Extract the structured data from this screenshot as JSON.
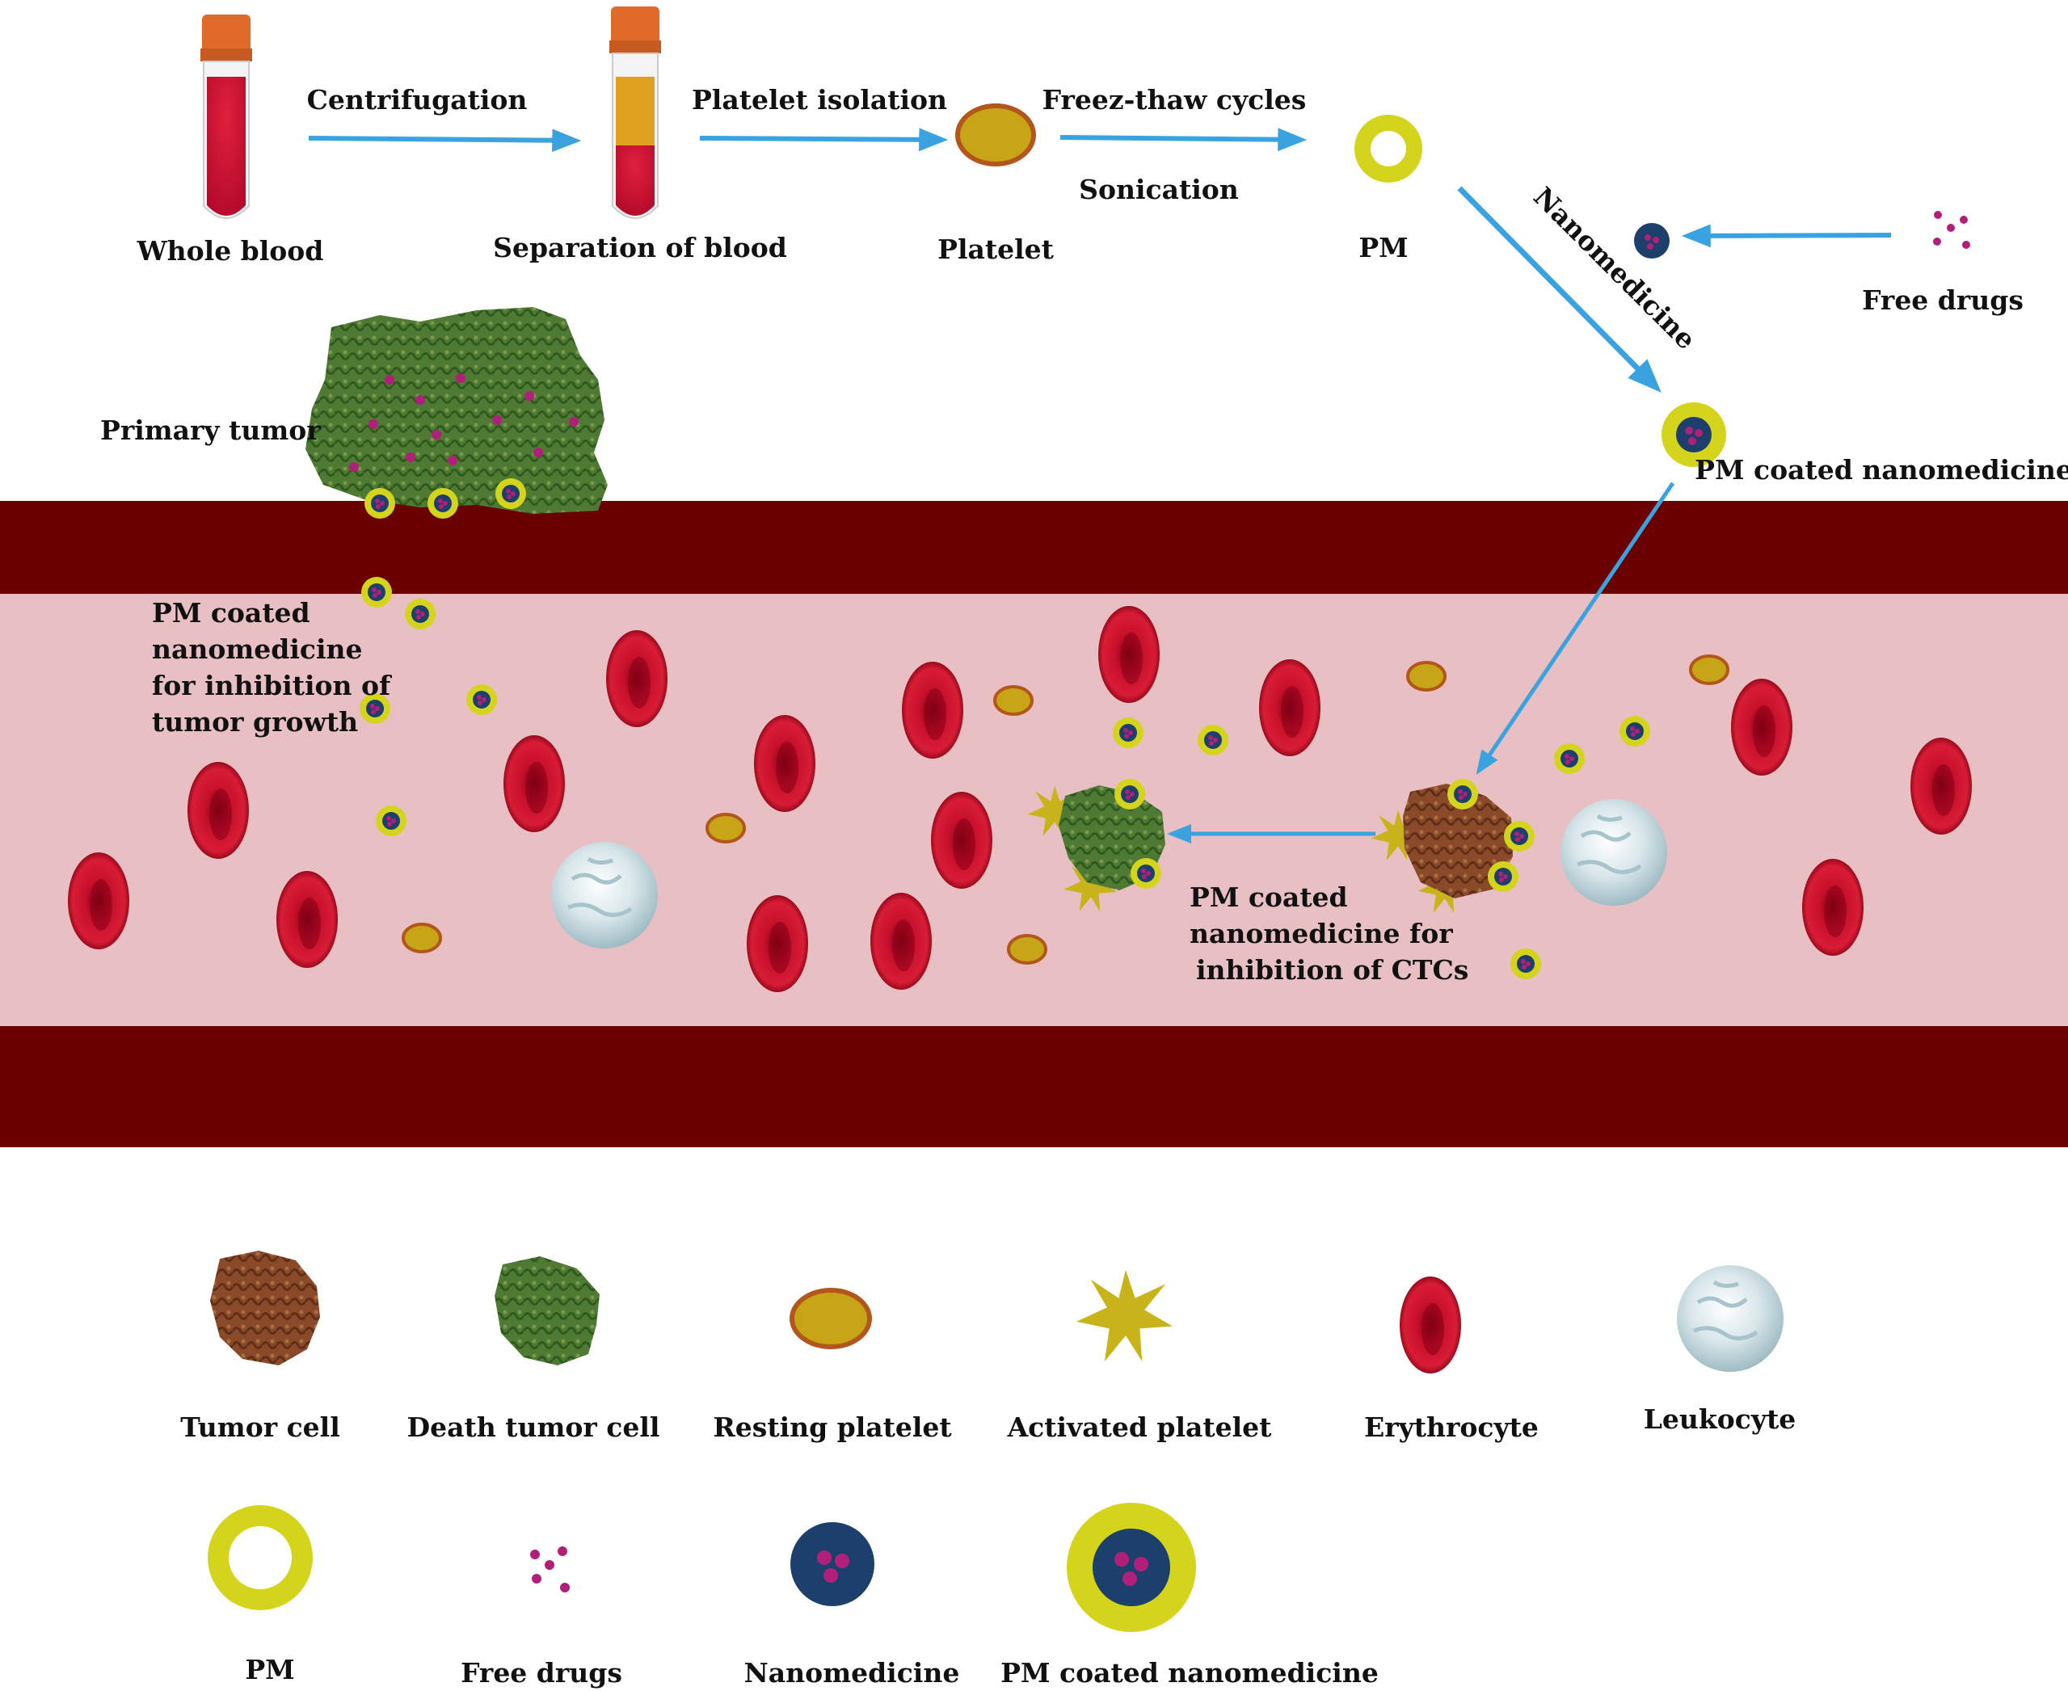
{
  "process": {
    "whole_blood": "Whole blood",
    "centrifugation": "Centrifugation",
    "separation": "Separation of blood",
    "platelet_isolation": "Platelet isolation",
    "platelet": "Platelet",
    "freeze_thaw": "Freez-thaw cycles",
    "sonication": "Sonication",
    "pm": "PM",
    "nanomedicine": "Nanomedicine",
    "free_drugs": "Free drugs",
    "pm_coated": "PM coated nanomedicine"
  },
  "vessel": {
    "primary_tumor": "Primary tumor",
    "tumor_growth_lines": [
      "PM coated",
      "nanomedicine",
      "for inhibition of",
      "tumor growth"
    ],
    "ctc_lines": [
      "PM coated",
      "nanomedicine for",
      "inhibition of CTCs"
    ]
  },
  "legend": {
    "tumor_cell": "Tumor cell",
    "death_tumor_cell": "Death tumor cell",
    "resting_platelet": "Resting platelet",
    "activated_platelet": "Activated platelet",
    "erythrocyte": "Erythrocyte",
    "leukocyte": "Leukocyte",
    "pm": "PM",
    "free_drugs": "Free drugs",
    "nanomedicine": "Nanomedicine",
    "pm_coated": "PM coated nanomedicine"
  },
  "colors": {
    "vessel_wall": "#6b0000",
    "lumen": "#e8bfc3",
    "arrow": "#3aa3df",
    "pm_ring": "#d4d41c",
    "nano_core": "#1c3f6b",
    "drug": "#b0207a",
    "platelet_fill": "#c8a516",
    "platelet_rim": "#b2561b",
    "rbc": "#c0102a"
  }
}
